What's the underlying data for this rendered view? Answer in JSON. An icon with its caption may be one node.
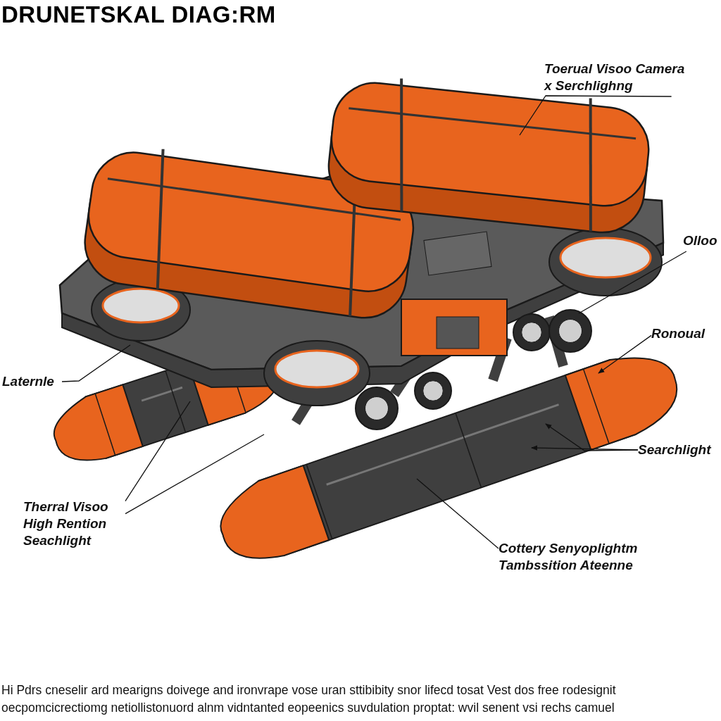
{
  "diagram": {
    "title": "DRUNETSKAL DIAG:RM",
    "caption": "Hi Pdrs cneselir ard mearigns doivege and ironvrape vose uran sttibibity snor lifecd tosat Vest dos free rodesignit oecpomcicrectiomg netiollistonuord alnm vidntanted eopeenics suvdulation proptat: wvil senent vsi rechs camuel",
    "nodes": [
      {
        "text": [
          "Toerual Visoo Camera x Serchlighng"
        ]
      },
      {
        "text": [
          "Olloo"
        ]
      },
      {
        "text": [
          "Ronoual"
        ]
      },
      {
        "text": [
          "Laternle"
        ]
      },
      {
        "text": [
          "Searchlight"
        ]
      },
      {
        "text": [
          "Therral Visoo High Rention Seachlight"
        ]
      },
      {
        "text": [
          "Cottery Senyoplightm Tambssition Ateenne"
        ]
      }
    ],
    "edges": [
      {
        "from": 0,
        "to": null,
        "arrow": "none"
      },
      {
        "from": 1,
        "to": null,
        "arrow": "none"
      },
      {
        "from": 2,
        "to": null,
        "arrow": "to"
      },
      {
        "from": 3,
        "to": null,
        "arrow": "none"
      },
      {
        "from": 4,
        "to": null,
        "arrow": "to"
      },
      {
        "from": 4,
        "to": null,
        "arrow": "to"
      },
      {
        "from": 5,
        "to": null,
        "arrow": "none"
      },
      {
        "from": 5,
        "to": null,
        "arrow": "none"
      },
      {
        "from": 6,
        "to": null,
        "arrow": "none"
      }
    ]
  }
}
